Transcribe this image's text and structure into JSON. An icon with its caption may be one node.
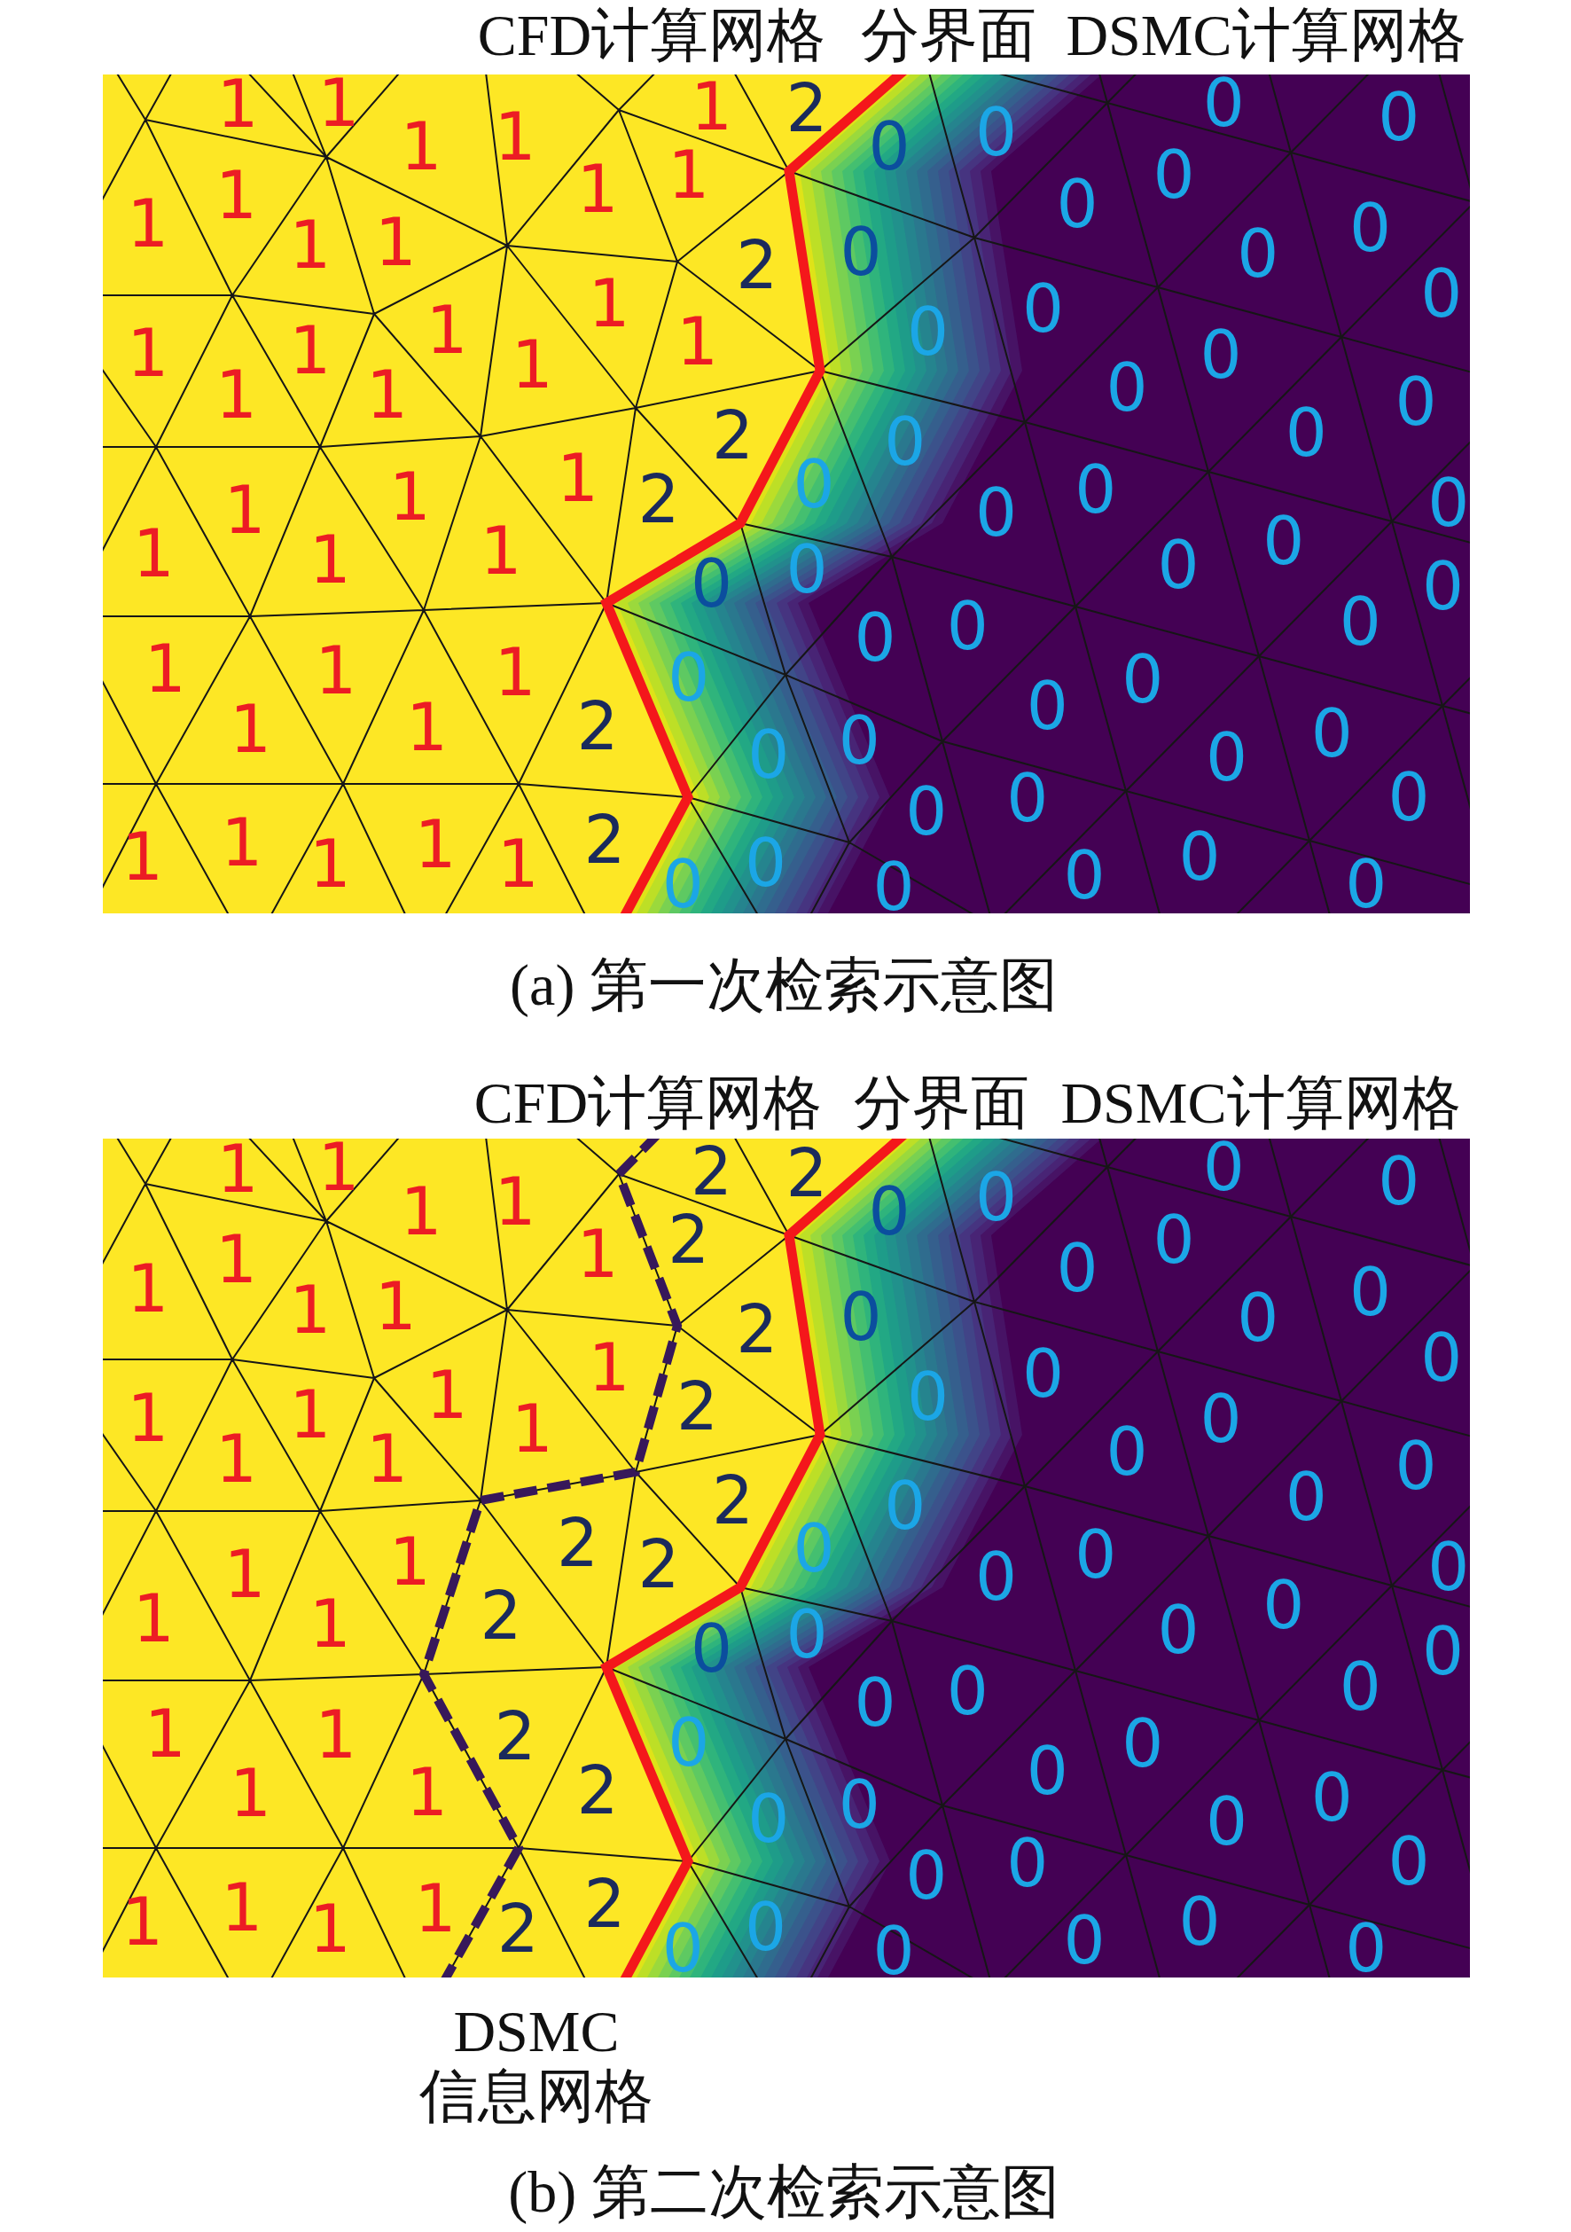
{
  "diagram": {
    "labels": [
      "CFD计算网格",
      "分界面",
      "DSMC计算网格",
      "1",
      "0",
      "1",
      "1",
      "2",
      "0",
      "0",
      "1",
      "1",
      "0",
      "1",
      "0",
      "1",
      "1",
      "0",
      "1",
      "0",
      "1",
      "1",
      "0",
      "0",
      "2",
      "0",
      "1",
      "0",
      "1",
      "0",
      "1",
      "1",
      "1",
      "0",
      "1",
      "0",
      "1",
      "1",
      "0",
      "0",
      "2",
      "0",
      "1",
      "0",
      "0",
      "1",
      "2",
      "0",
      "1",
      "0",
      "0",
      "1",
      "1",
      "1",
      "0",
      "0",
      "0",
      "0",
      "0",
      "0",
      "0",
      "1",
      "1",
      "1",
      "0",
      "0",
      "0",
      "2",
      "1",
      "1",
      "0",
      "0",
      "0",
      "0",
      "0",
      "0",
      "0",
      "2",
      "1",
      "1",
      "1",
      "0",
      "0",
      "1",
      "1",
      "0",
      "0",
      "0",
      "0",
      "(a) 第一次检索示意图",
      "CFD计算网格",
      "分界面",
      "DSMC计算网格",
      "1",
      "0",
      "1",
      "2",
      "2",
      "0",
      "0",
      "1",
      "1",
      "0",
      "2",
      "0",
      "1",
      "1",
      "0",
      "1",
      "0",
      "1",
      "1",
      "0",
      "0",
      "2",
      "0",
      "1",
      "0",
      "1",
      "0",
      "2",
      "1",
      "1",
      "0",
      "1",
      "0",
      "1",
      "1",
      "0",
      "0",
      "2",
      "0",
      "2",
      "0",
      "0",
      "1",
      "2",
      "0",
      "1",
      "0",
      "0",
      "2",
      "1",
      "1",
      "0",
      "0",
      "0",
      "0",
      "0",
      "0",
      "0",
      "1",
      "1",
      "2",
      "0",
      "0",
      "0",
      "2",
      "1",
      "1",
      "0",
      "0",
      "0",
      "0",
      "0",
      "0",
      "0",
      "2",
      "1",
      "1",
      "1",
      "0",
      "0",
      "1",
      "2",
      "0",
      "0",
      "0",
      "0",
      "DSMC 信息网格",
      "(b) 第二次检索示意图"
    ]
  }
}
